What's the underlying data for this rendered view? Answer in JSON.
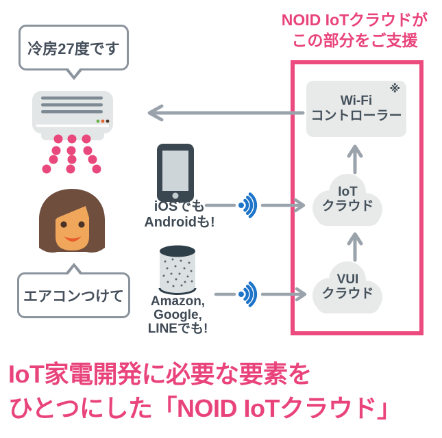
{
  "colors": {
    "accent_pink": "#e9437c",
    "border_pink": "#ec4b80",
    "arrow_gray": "#9aa3ab",
    "wifi_blue": "#1d74c9",
    "text_dark": "#44505a",
    "panel_gray": "#e8eaea",
    "dot_pink": "#e8487c"
  },
  "support_note": {
    "line1": "NOID IoTクラウドが",
    "line2": "この部分をご支援"
  },
  "bubbles": {
    "ac_status": "冷房27度です",
    "voice_command": "エアコンつけて"
  },
  "captions": {
    "phone": {
      "line1": "iOSでも",
      "line2": "Androidも!"
    },
    "speaker": {
      "line1": "Amazon,",
      "line2": "Google,",
      "line3": "LINEでも!"
    }
  },
  "pink_box": {
    "wifi_controller": {
      "line1": "Wi-Fi",
      "line2": "コントローラー",
      "footnote_mark": "※"
    },
    "iot_cloud": {
      "line1": "IoT",
      "line2": "クラウド"
    },
    "vui_cloud": {
      "line1": "VUI",
      "line2": "クラウド"
    }
  },
  "title": {
    "line1": "IoT家電開発に必要な要素を",
    "line2": "ひとつにした「NOID IoTクラウド」"
  },
  "icons": {
    "air_conditioner": "air-conditioner-illustration",
    "woman": "woman-illustration",
    "smartphone": "smartphone-icon",
    "smart_speaker": "smart-speaker-icon",
    "wifi_signal": "wifi-signal-icon",
    "cloud": "cloud-shape",
    "arrow": "arrow-connector"
  }
}
